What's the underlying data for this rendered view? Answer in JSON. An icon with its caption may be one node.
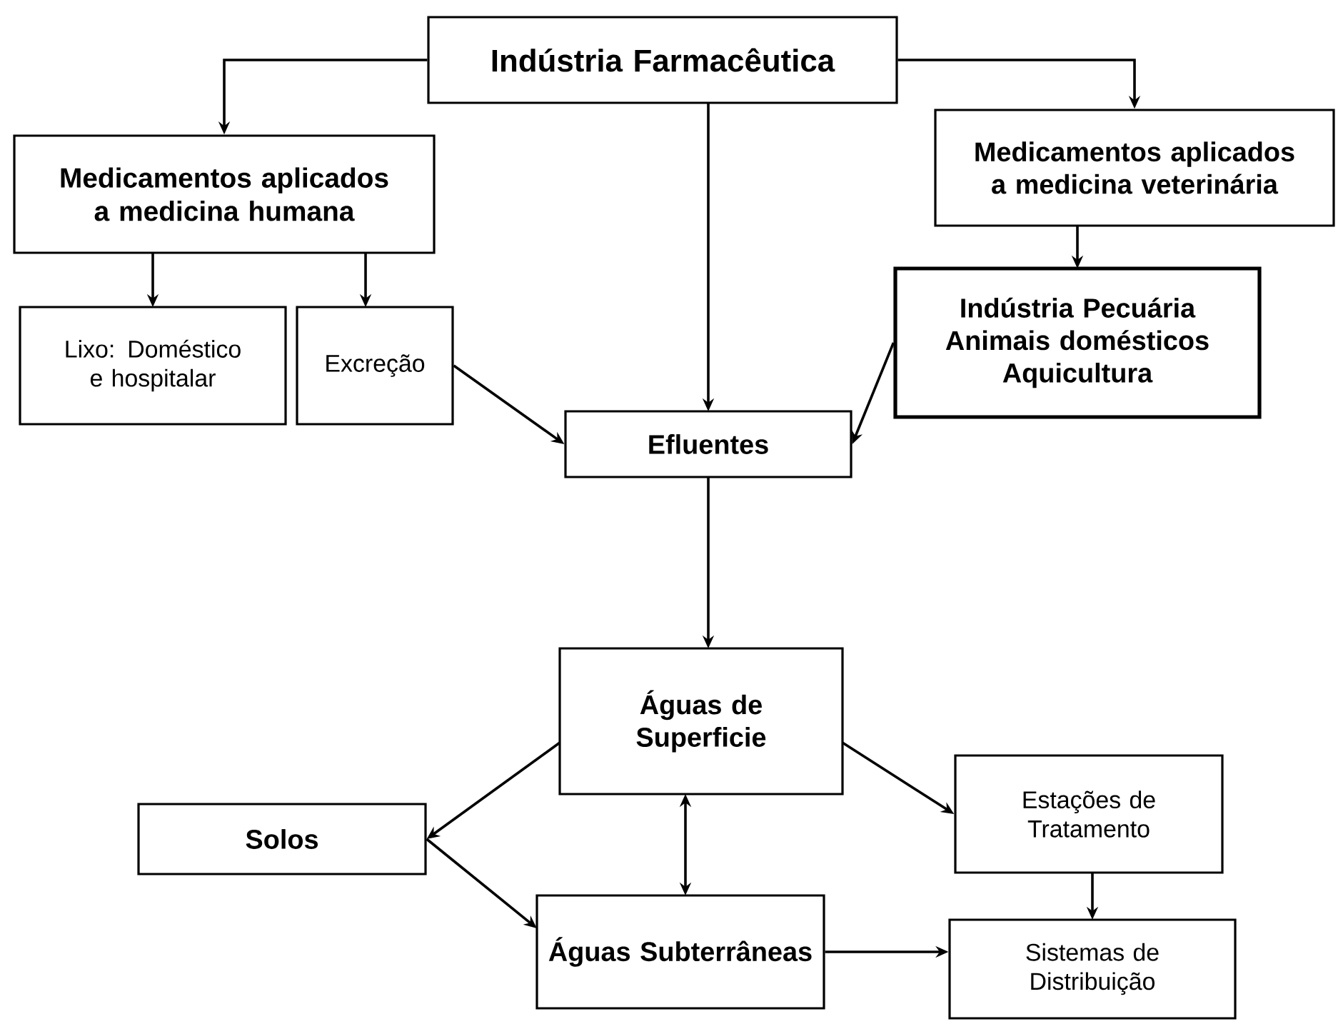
{
  "diagram": {
    "nodes": [
      {
        "text": [
          "Indústria Farmacêutica"
        ]
      },
      {
        "text": [
          "Medicamentos aplicados a medicina humana"
        ]
      },
      {
        "text": [
          "Medicamentos aplicados a medicina veterinária"
        ]
      },
      {
        "text": [
          "Lixo: Doméstico e hospitalar"
        ]
      },
      {
        "text": [
          "Excreção"
        ]
      },
      {
        "text": [
          "Indústria Pecuária",
          "Animais domésticos",
          "Aquicultura"
        ]
      },
      {
        "text": [
          "Efluentes"
        ]
      },
      {
        "text": [
          "Águas de Superficie"
        ]
      },
      {
        "text": [
          "Solos"
        ]
      },
      {
        "text": [
          "Estações de Tratamento"
        ]
      },
      {
        "text": [
          "Águas Subterrâneas"
        ]
      },
      {
        "text": [
          "Sistemas de Distribuição"
        ]
      }
    ],
    "edges": [
      {
        "from": 0,
        "to": 1,
        "arrow": "to"
      },
      {
        "from": 0,
        "to": 2,
        "arrow": "to"
      },
      {
        "from": 0,
        "to": 6,
        "arrow": "to"
      },
      {
        "from": 1,
        "to": 3,
        "arrow": "to"
      },
      {
        "from": 1,
        "to": 4,
        "arrow": "to"
      },
      {
        "from": 2,
        "to": 5,
        "arrow": "to"
      },
      {
        "from": 4,
        "to": 6,
        "arrow": "to"
      },
      {
        "from": 5,
        "to": 6,
        "arrow": "to"
      },
      {
        "from": 6,
        "to": 7,
        "arrow": "to"
      },
      {
        "from": 7,
        "to": 8,
        "arrow": "to"
      },
      {
        "from": 7,
        "to": 9,
        "arrow": "to"
      },
      {
        "from": 7,
        "to": 10,
        "arrow": "both"
      },
      {
        "from": 8,
        "to": 10,
        "arrow": "to"
      },
      {
        "from": 9,
        "to": 11,
        "arrow": "to"
      },
      {
        "from": 10,
        "to": 11,
        "arrow": "to"
      }
    ]
  }
}
